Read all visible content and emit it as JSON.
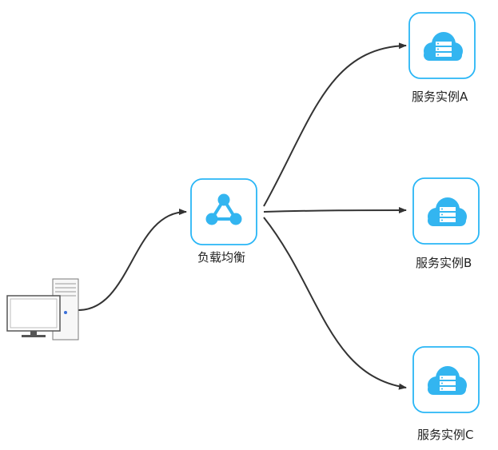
{
  "colors": {
    "background": "#ffffff",
    "arrow": "#333333",
    "icon_border": "#29b6f6",
    "icon_fill": "#33b5f0",
    "icon_bg": "#ffffff",
    "label": "#222222"
  },
  "nodes": {
    "client": {
      "icon": "desktop-computer-icon"
    },
    "load_balancer": {
      "label": "负载均衡",
      "icon": "load-balancer-icon"
    },
    "service_a": {
      "label": "服务实例A",
      "icon": "cloud-server-icon"
    },
    "service_b": {
      "label": "服务实例B",
      "icon": "cloud-server-icon"
    },
    "service_c": {
      "label": "服务实例C",
      "icon": "cloud-server-icon"
    }
  },
  "edges": [
    {
      "from": "client",
      "to": "load_balancer"
    },
    {
      "from": "load_balancer",
      "to": "service_a"
    },
    {
      "from": "load_balancer",
      "to": "service_b"
    },
    {
      "from": "load_balancer",
      "to": "service_c"
    }
  ]
}
